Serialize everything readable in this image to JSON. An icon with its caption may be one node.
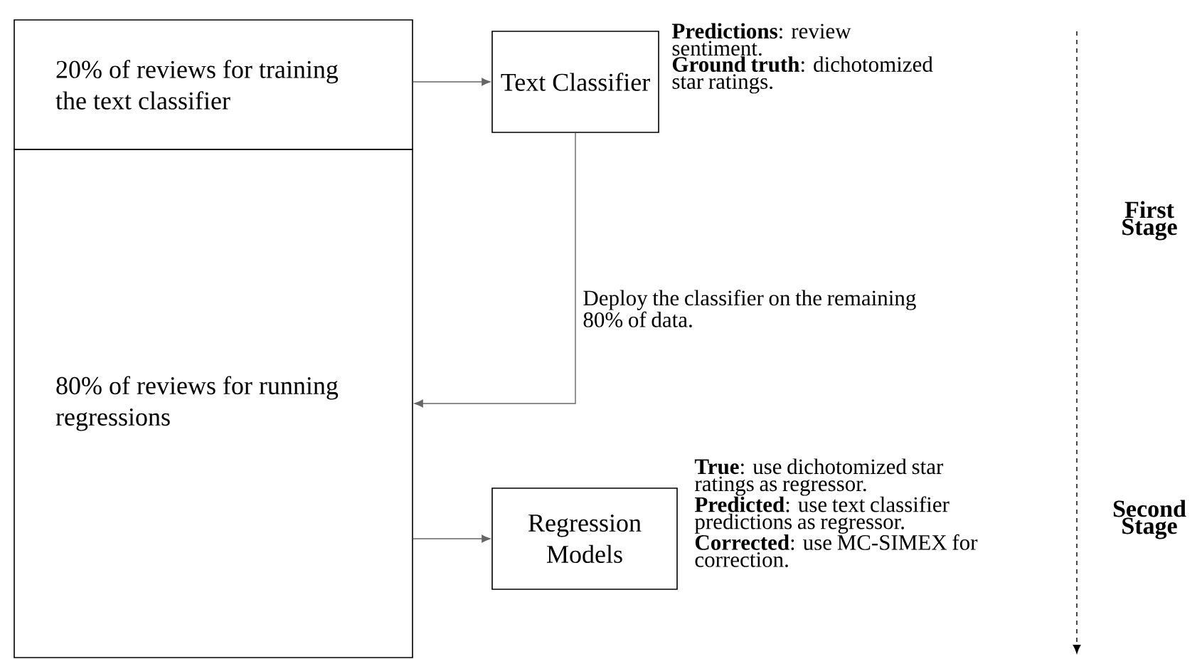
{
  "diagram": {
    "nodes": [
      {
        "text": [
          "20% of reviews for training the text classifier"
        ]
      },
      {
        "text": [
          "80% of reviews for running regressions"
        ]
      },
      {
        "text": [
          "Text Classifier"
        ],
        "beside": [
          "**Predictions**: review sentiment.",
          "**Ground truth**: dichotomized star ratings."
        ]
      },
      {
        "text": [
          "Regression Models"
        ],
        "beside": [
          "**True**: use dichotomized star ratings as regressor.",
          "**Predicted**: use text classifier predictions as regressor.",
          "**Corrected**: use MC-SIMEX for correction."
        ]
      }
    ],
    "edges": [
      {
        "from": 0,
        "to": 2,
        "arrow": "to"
      },
      {
        "from": 2,
        "to": 1,
        "arrow": "to",
        "label": "Deploy the classifier on the remaining 80% of data."
      },
      {
        "from": 1,
        "to": 3,
        "arrow": "to"
      }
    ],
    "labels": [
      "First Stage",
      "Second Stage"
    ]
  }
}
